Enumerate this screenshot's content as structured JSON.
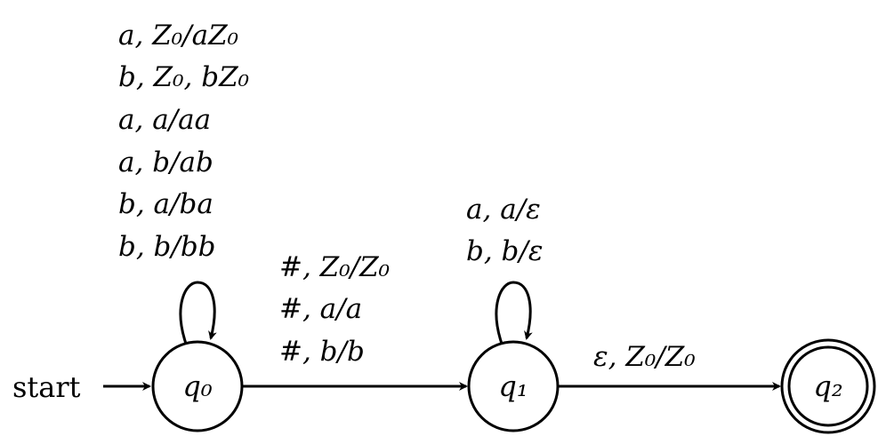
{
  "start_label": "start",
  "states": [
    {
      "id": "q0",
      "label": "q₀",
      "initial": true,
      "accepting": false
    },
    {
      "id": "q1",
      "label": "q₁",
      "initial": false,
      "accepting": false
    },
    {
      "id": "q2",
      "label": "q₂",
      "initial": false,
      "accepting": true
    }
  ],
  "transitions": {
    "q0_loop": [
      "a, Z₀/aZ₀",
      "b, Z₀, bZ₀",
      "a, a/aa",
      "a, b/ab",
      "b, a/ba",
      "b, b/bb"
    ],
    "q0_q1": [
      "#, Z₀/Z₀",
      "#, a/a",
      "#, b/b"
    ],
    "q1_loop": [
      "a, a/ε",
      "b, b/ε"
    ],
    "q1_q2": [
      "ε, Z₀/Z₀"
    ]
  }
}
